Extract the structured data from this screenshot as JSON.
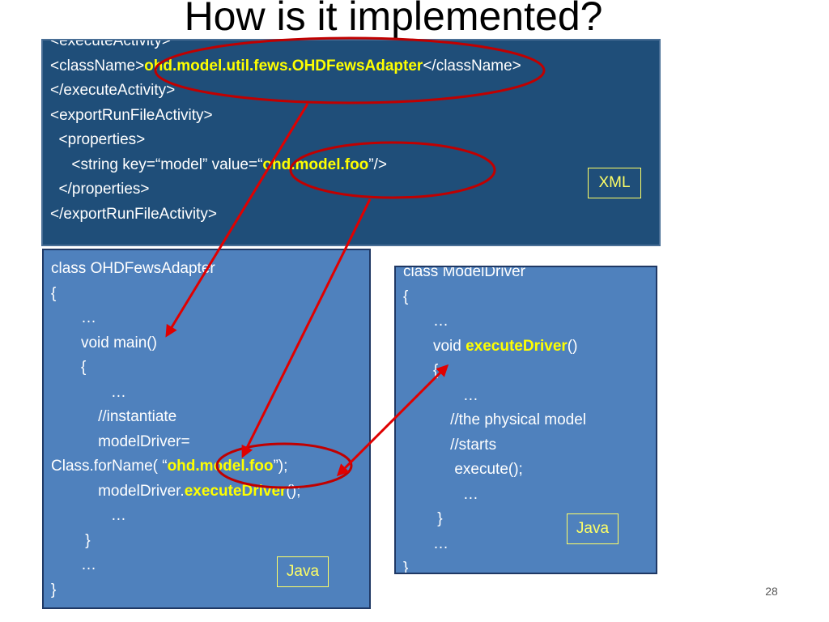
{
  "slide": {
    "title": "How is it implemented?",
    "page_number": "28"
  },
  "xml_panel": {
    "lines": [
      [
        "<executeActivity>"
      ],
      [
        "<className>",
        "ohd.model.util.fews.OHDFewsAdapter",
        "</className>"
      ],
      [
        "</executeActivity>"
      ],
      [
        "<exportRunFileActivity>"
      ],
      [
        "  <properties>"
      ],
      [
        "     <string key=“model” value=“",
        "ohd.model.foo",
        "”/>"
      ],
      [
        "  </properties>"
      ],
      [
        "</exportRunFileActivity>"
      ]
    ],
    "label": "XML"
  },
  "adapter_panel": {
    "lines": [
      [
        "class OHDFewsAdapter"
      ],
      [
        "{"
      ],
      [
        "       …"
      ],
      [
        "       void main()"
      ],
      [
        "       {"
      ],
      [
        "              …"
      ],
      [
        "           //instantiate"
      ],
      [
        "           modelDriver="
      ],
      [
        "Class.forName( “",
        "ohd.model.foo",
        "”);"
      ],
      [
        "           modelDriver.",
        "executeDriver",
        "();"
      ],
      [
        "              …"
      ],
      [
        "        }"
      ],
      [
        "       …"
      ],
      [
        "}"
      ]
    ],
    "label": "Java"
  },
  "driver_panel": {
    "lines": [
      [
        "class ModelDriver"
      ],
      [
        "{"
      ],
      [
        "       …"
      ],
      [
        "       void ",
        "executeDriver",
        "()"
      ],
      [
        "       {"
      ],
      [
        "              …"
      ],
      [
        "           //the physical model"
      ],
      [
        "           //starts"
      ],
      [
        "            execute();"
      ],
      [
        "              …"
      ],
      [
        "        }"
      ],
      [
        "       …"
      ],
      [
        "}"
      ]
    ],
    "label": "Java"
  },
  "colors": {
    "xml_background": "#1f4e79",
    "java_background": "#4f81bd",
    "highlight_text": "#ffff00",
    "annotation_red": "#e00000",
    "ellipse_outline": "#c00000"
  }
}
